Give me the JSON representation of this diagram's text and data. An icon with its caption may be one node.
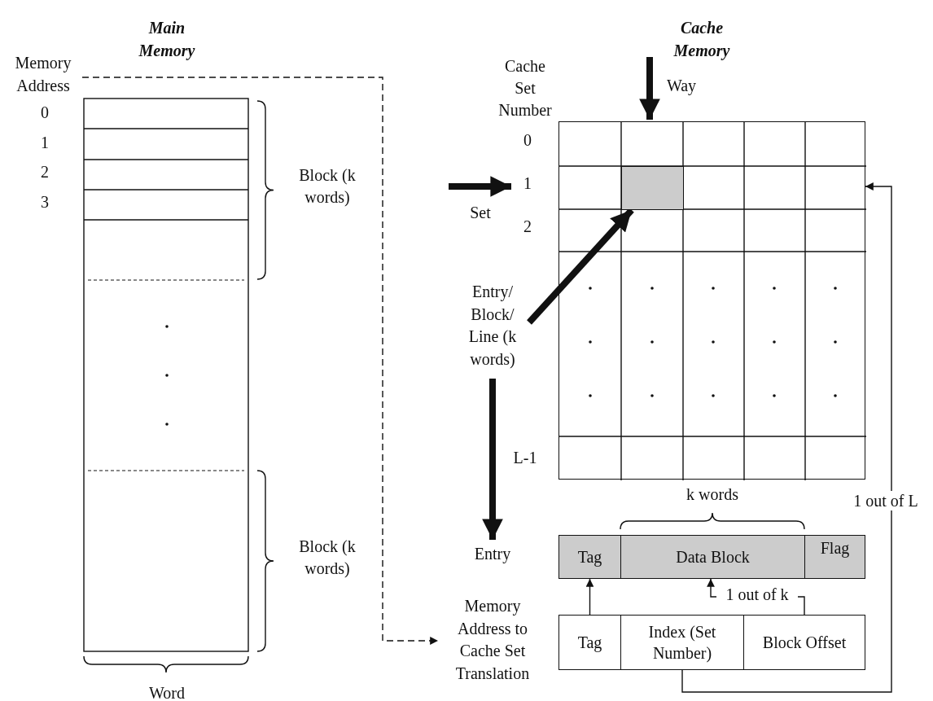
{
  "diagram": {
    "nodes": [
      {
        "text": [
          "Memory Address"
        ]
      },
      {
        "text": [],
        "shape": "box"
      },
      {
        "text": [],
        "shape": "box",
        "in": 1
      },
      {
        "text": [
          "Entry/ Block/ Line (k words)"
        ]
      },
      {
        "text": [
          "Entry"
        ]
      },
      {
        "text": [
          "Tag"
        ]
      },
      {
        "text": [
          "Data Block"
        ]
      },
      {
        "text": [
          "Flag"
        ]
      },
      {
        "text": [
          "Memory Address to Cache Set Translation"
        ]
      },
      {
        "text": [
          "Tag"
        ]
      },
      {
        "text": [
          "Index (Set Number)"
        ]
      },
      {
        "text": [
          "Block Offset"
        ]
      }
    ],
    "edges": [
      {
        "from": 0,
        "to": 8,
        "arrow": "to",
        "style": "dashed"
      },
      {
        "from": 3,
        "to": 2,
        "arrow": "to",
        "style": "thick"
      },
      {
        "from": 3,
        "to": 4,
        "arrow": "to",
        "style": "thick"
      },
      {
        "from": 9,
        "to": 5,
        "arrow": "to"
      },
      {
        "from": 11,
        "to": 6,
        "arrow": "to",
        "label": "1 out of k"
      },
      {
        "from": 10,
        "to": 1,
        "arrow": "to",
        "label": "1 out of L"
      }
    ],
    "labels": [
      "Main Memory",
      "Cache Memory",
      "0",
      "1",
      "2",
      "3",
      "Block (k words)",
      "Cache Set Number",
      "Way",
      "0",
      "1",
      "Set",
      "2",
      "Block (k words)",
      "L-1",
      "k words",
      "Word"
    ]
  }
}
